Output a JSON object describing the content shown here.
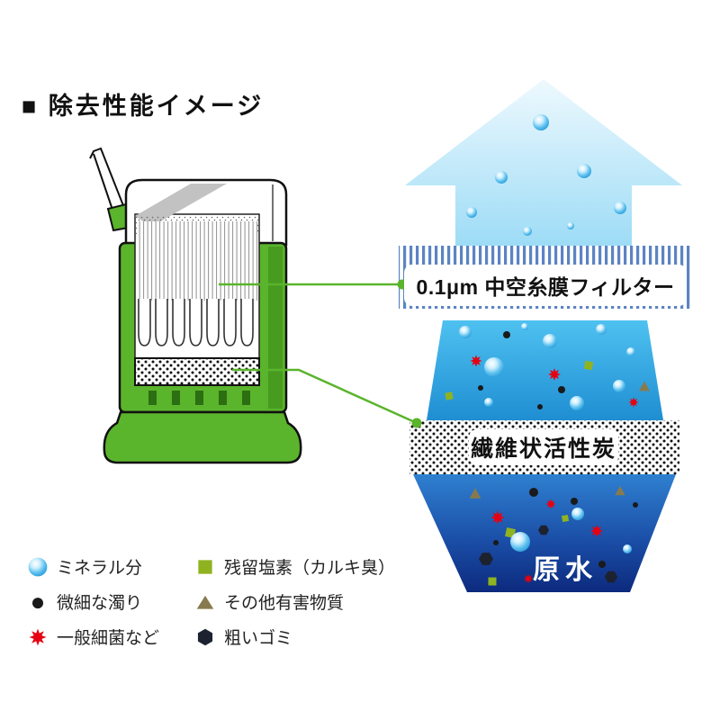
{
  "title": "■ 除去性能イメージ",
  "flow": {
    "membrane_label": "0.1μm 中空糸膜フィルター",
    "carbon_label": "繊維状活性炭",
    "raw_water_label": "原水"
  },
  "legend": [
    {
      "label": "ミネラル分",
      "icon": "mineral-bubble-icon",
      "color": "#29abe2"
    },
    {
      "label": "残留塩素（カルキ臭）",
      "icon": "chlorine-square-icon",
      "color": "#8fb320"
    },
    {
      "label": "微細な濁り",
      "icon": "turbidity-dot-icon",
      "color": "#1a1a1a"
    },
    {
      "label": "その他有害物質",
      "icon": "harmful-triangle-icon",
      "color": "#877a4e"
    },
    {
      "label": "一般細菌など",
      "icon": "bacteria-burst-icon",
      "color": "#e60012"
    },
    {
      "label": "粗いゴミ",
      "icon": "debris-hexagon-icon",
      "color": "#1d2230"
    }
  ],
  "colors": {
    "device_green": "#5ab42c",
    "callout_green": "#5ab42c",
    "stripe_blue": "#5b84c4",
    "arrow_top": "#eef9fe",
    "arrow_bottom": "#9ddcf6",
    "mid_water_top": "#4ec1f0",
    "mid_water_bottom": "#1f8ed2",
    "raw_water_top": "#2f80d0",
    "raw_water_bottom": "#0c2a7e"
  }
}
